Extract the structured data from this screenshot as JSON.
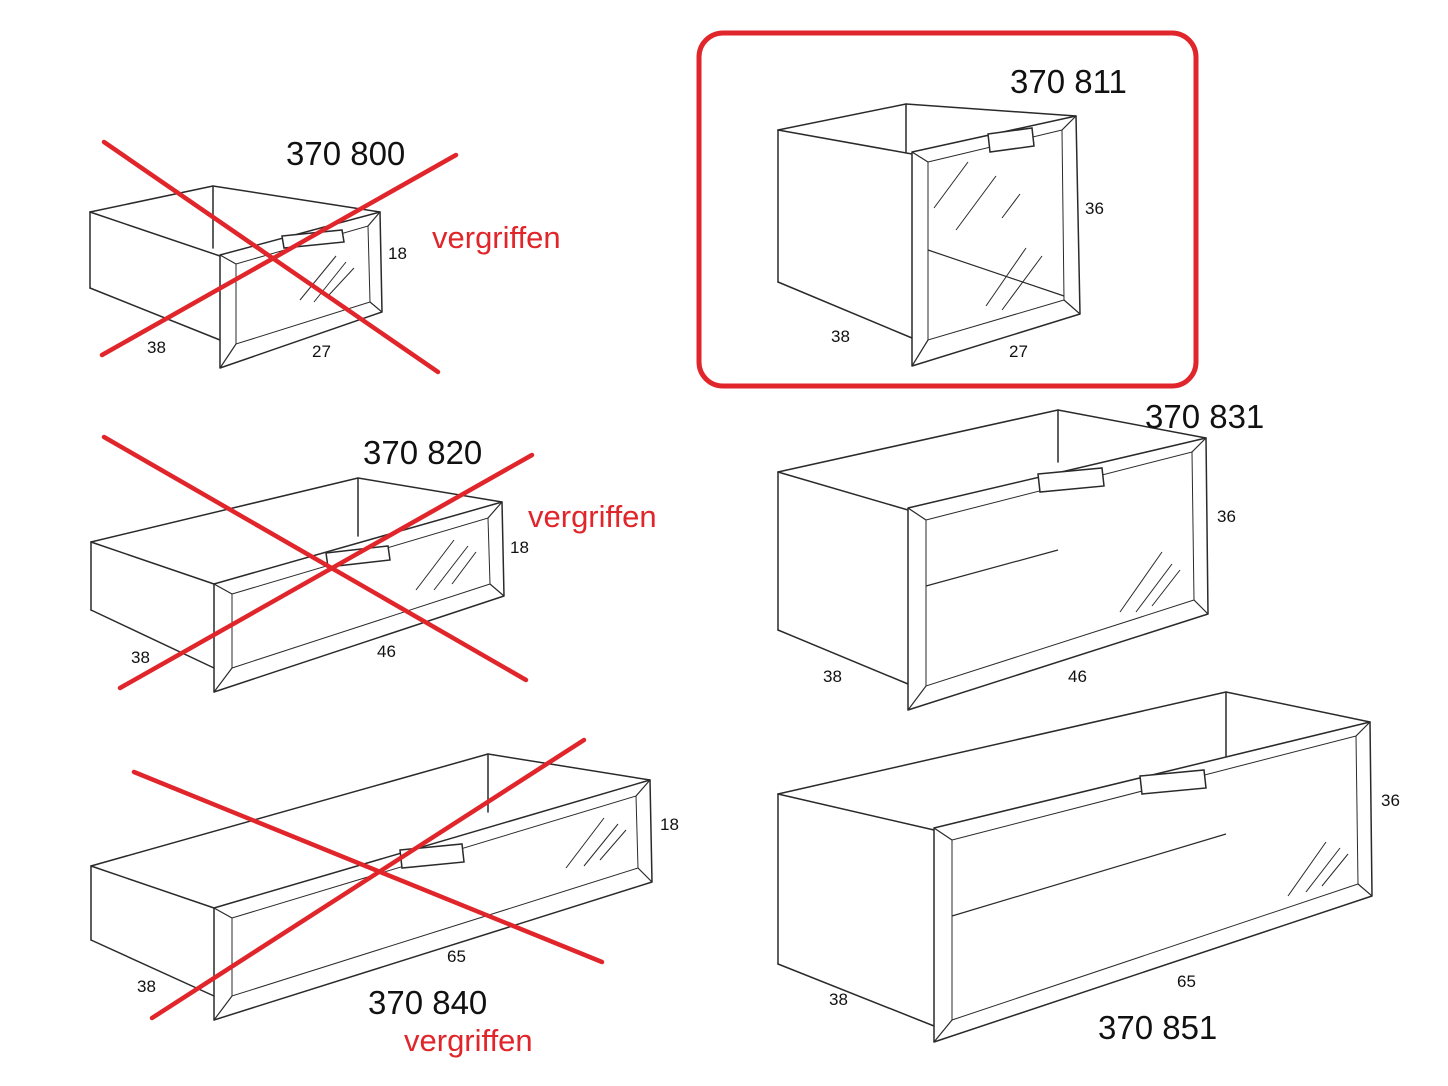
{
  "colors": {
    "accent": "#e0252b",
    "line": "#2a2a2a"
  },
  "items": [
    {
      "code": "370 800",
      "height": "18",
      "depth": "38",
      "width": "27",
      "status": "vergriffen",
      "crossed": true,
      "highlighted": false
    },
    {
      "code": "370 811",
      "height": "36",
      "depth": "38",
      "width": "27",
      "status": "",
      "crossed": false,
      "highlighted": true
    },
    {
      "code": "370 820",
      "height": "18",
      "depth": "38",
      "width": "46",
      "status": "vergriffen",
      "crossed": true,
      "highlighted": false
    },
    {
      "code": "370 831",
      "height": "36",
      "depth": "38",
      "width": "46",
      "status": "",
      "crossed": false,
      "highlighted": false
    },
    {
      "code": "370 840",
      "height": "18",
      "depth": "38",
      "width": "65",
      "status": "vergriffen",
      "crossed": true,
      "highlighted": false
    },
    {
      "code": "370 851",
      "height": "36",
      "depth": "38",
      "width": "65",
      "status": "",
      "crossed": false,
      "highlighted": false
    }
  ]
}
